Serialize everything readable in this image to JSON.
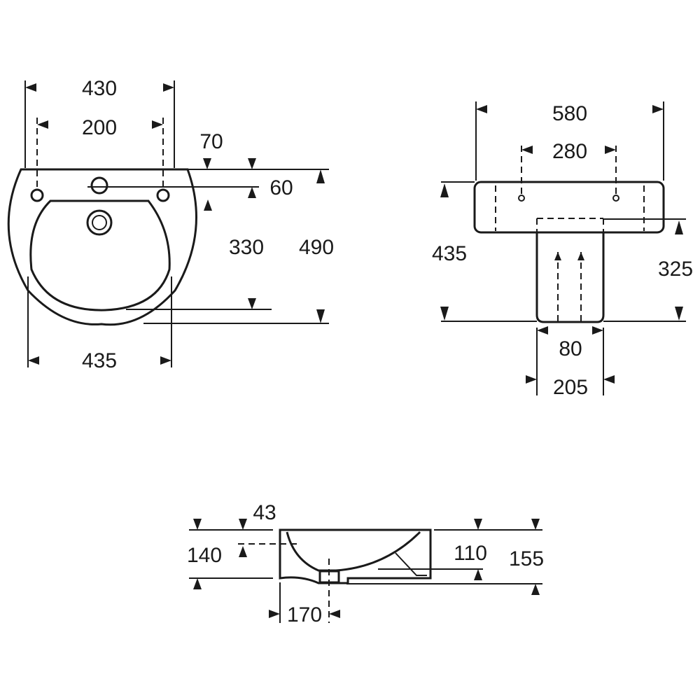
{
  "front_view": {
    "overall_width": "430",
    "tap_hole_spacing": "200",
    "top_offset_70": "70",
    "rim_offset_60": "60",
    "bowl_depth": "330",
    "overall_depth": "490",
    "pedestal_width": "435"
  },
  "side_view": {
    "overall_width": "580",
    "inner_spacing": "280",
    "overall_height": "435",
    "pedestal_height": "325",
    "pedestal_inner": "80",
    "pedestal_outer": "205"
  },
  "section_view": {
    "top_offset": "43",
    "left_height": "140",
    "inner_height": "110",
    "right_height": "155",
    "drain_offset": "170"
  }
}
